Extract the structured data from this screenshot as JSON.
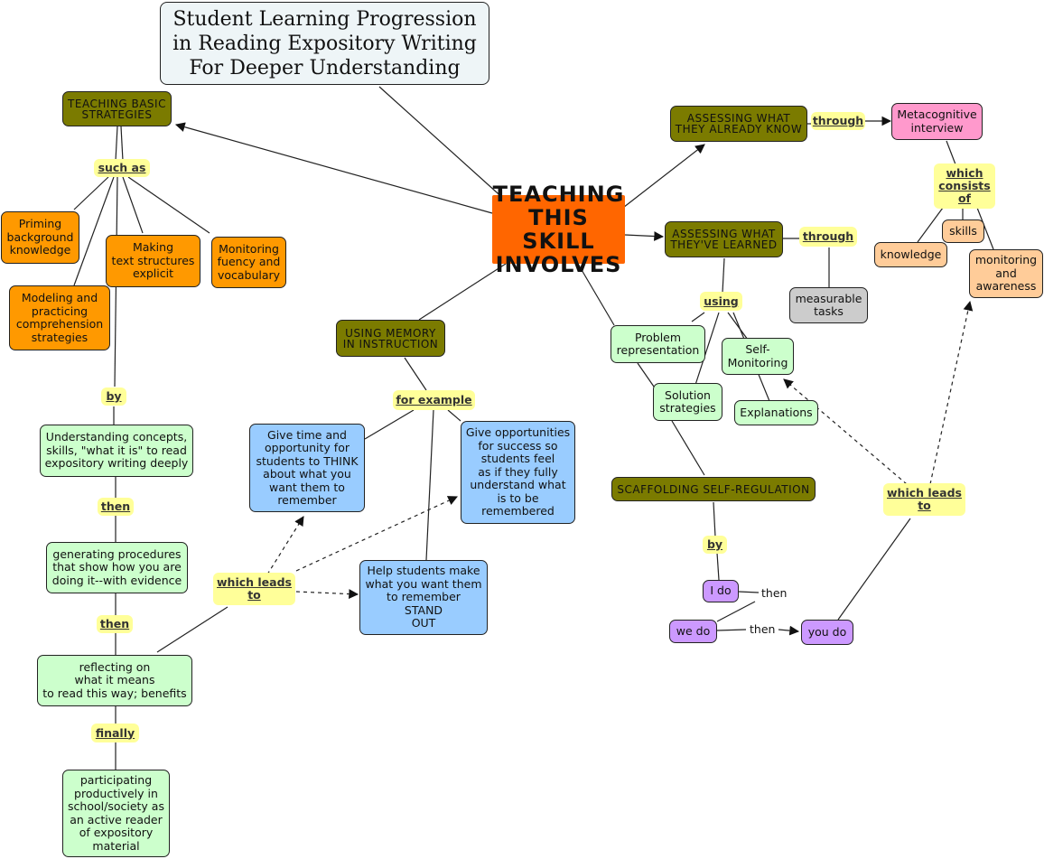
{
  "title": "Student Learning Progression\nin Reading Expository Writing\nFor Deeper Understanding",
  "center": "TEACHING\nTHIS SKILL\nINVOLVES",
  "nodes": {
    "teaching_basic": "TEACHING BASIC\nSTRATEGIES",
    "using_memory": "USING MEMORY\nIN INSTRUCTION",
    "assessing_know": "ASSESSING WHAT\nTHEY ALREADY KNOW",
    "assessing_learned": "ASSESSING WHAT\nTHEY'VE LEARNED",
    "scaffolding": "SCAFFOLDING SELF-REGULATION",
    "priming": "Priming\nbackground\nknowledge",
    "making": "Making\ntext structures\nexplicit",
    "monitoring_fluency": "Monitoring\nfuency and\nvocabulary",
    "modeling": "Modeling and\npracticing\ncomprehension\nstrategies",
    "understanding": "Understanding concepts,\nskills, \"what it is\" to read\nexpository writing deeply",
    "generating": "generating procedures\nthat show how you are\ndoing it--with evidence",
    "reflecting": "reflecting on\nwhat it means\nto read this way; benefits",
    "participating": "participating\nproductively in\nschool/society as\nan active reader\nof expository\nmaterial",
    "give_time": "Give time and\nopportunity for\nstudents to THINK\nabout what you\nwant them to\nremember",
    "give_opps": "Give opportunities\nfor success so\nstudents feel\nas if they fully\nunderstand what\nis to be\nremembered",
    "help_students": "Help students make\nwhat you want them\nto remember\nSTAND\nOUT",
    "metacognitive": "Metacognitive\ninterview",
    "knowledge": "knowledge",
    "skills": "skills",
    "monitoring_awareness": "monitoring\nand\nawareness",
    "measurable": "measurable\ntasks",
    "problem_rep": "Problem\nrepresentation",
    "self_monitoring": "Self-\nMonitoring",
    "solution": "Solution\nstrategies",
    "explanations": "Explanations",
    "i_do": "I do",
    "we_do": "we do",
    "you_do": "you do"
  },
  "labels": {
    "such_as": "such as",
    "by_left": "by",
    "then_1": "then",
    "then_2": "then",
    "finally": "finally",
    "for_example": "for example",
    "which_leads_left": "which leads\nto",
    "through_1": "through",
    "which_consists": "which\nconsists\nof",
    "through_2": "through",
    "using": "using",
    "by_right": "by",
    "which_leads_right": "which leads\nto",
    "then_plain_1": "then",
    "then_plain_2": "then"
  },
  "colors": {
    "concept_dark": "#7b7b00",
    "center": "#ff6600",
    "orange": "#ff9900",
    "green": "#ccffcc",
    "blue": "#99ccff",
    "purple": "#cc99ff",
    "pink": "#ff99cc",
    "peach": "#ffcc99",
    "gray": "#cccccc",
    "label": "#ffff99"
  }
}
